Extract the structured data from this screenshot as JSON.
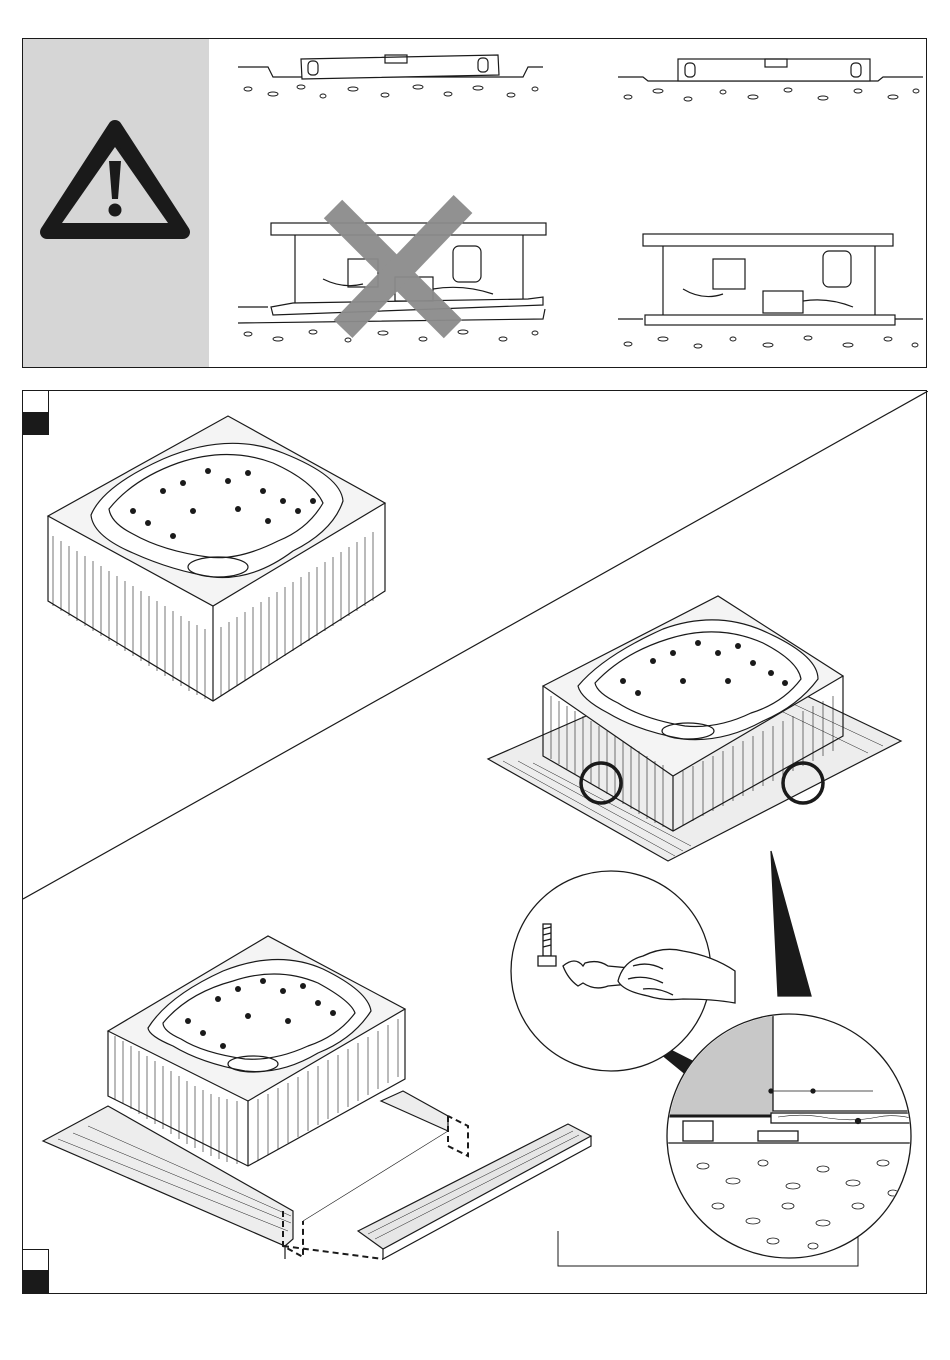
{
  "page": {
    "colors": {
      "ink": "#1a1a1a",
      "panel_gray": "#d6d6d6",
      "cross_gray": "#8c8c8c",
      "magnifier_gray": "#c8c8c8"
    }
  },
  "warning_panel": {
    "icon": "warning-triangle-icon",
    "examples": [
      {
        "name": "level-on-uneven-ground",
        "verdict": "incorrect"
      },
      {
        "name": "level-on-flat-ground",
        "verdict": "correct"
      }
    ],
    "wrong_mark_icon": "cross-icon"
  },
  "steps": [
    {
      "number": "",
      "content": "hot-tub-overview"
    },
    {
      "number": "",
      "content": "hot-tub-on-deck-boards"
    },
    {
      "number": "",
      "content": "hot-tub-frame-assembly"
    }
  ],
  "details": {
    "wrench_icon": "wrench-icon",
    "bolt_icon": "bolt-icon",
    "hand_icon": "hand-icon"
  }
}
